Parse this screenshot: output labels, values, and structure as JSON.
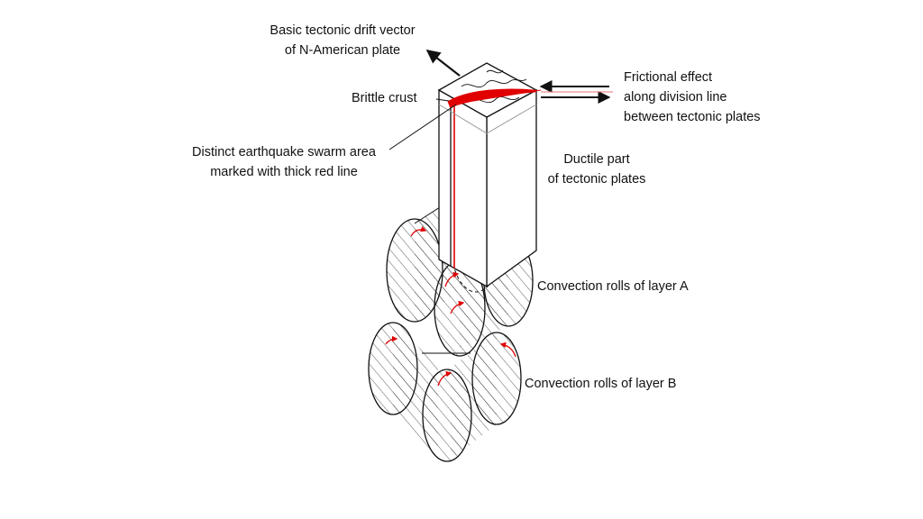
{
  "labels": {
    "drift_vector": [
      "Basic tectonic drift vector",
      "of N-American plate"
    ],
    "brittle_crust": "Brittle crust",
    "frictional": [
      "Frictional effect",
      "along division line",
      "between tectonic plates"
    ],
    "swarm": [
      "Distinct earthquake swarm area",
      "marked with thick red line"
    ],
    "ductile": [
      "Ductile part",
      "of tectonic plates"
    ],
    "rolls_a": "Convection rolls of layer A",
    "rolls_b": "Convection rolls of layer B"
  },
  "colors": {
    "ink": "#111111",
    "accent_red": "#e00000",
    "hatch": "#333333",
    "guide_gray": "#9a9a9a"
  }
}
